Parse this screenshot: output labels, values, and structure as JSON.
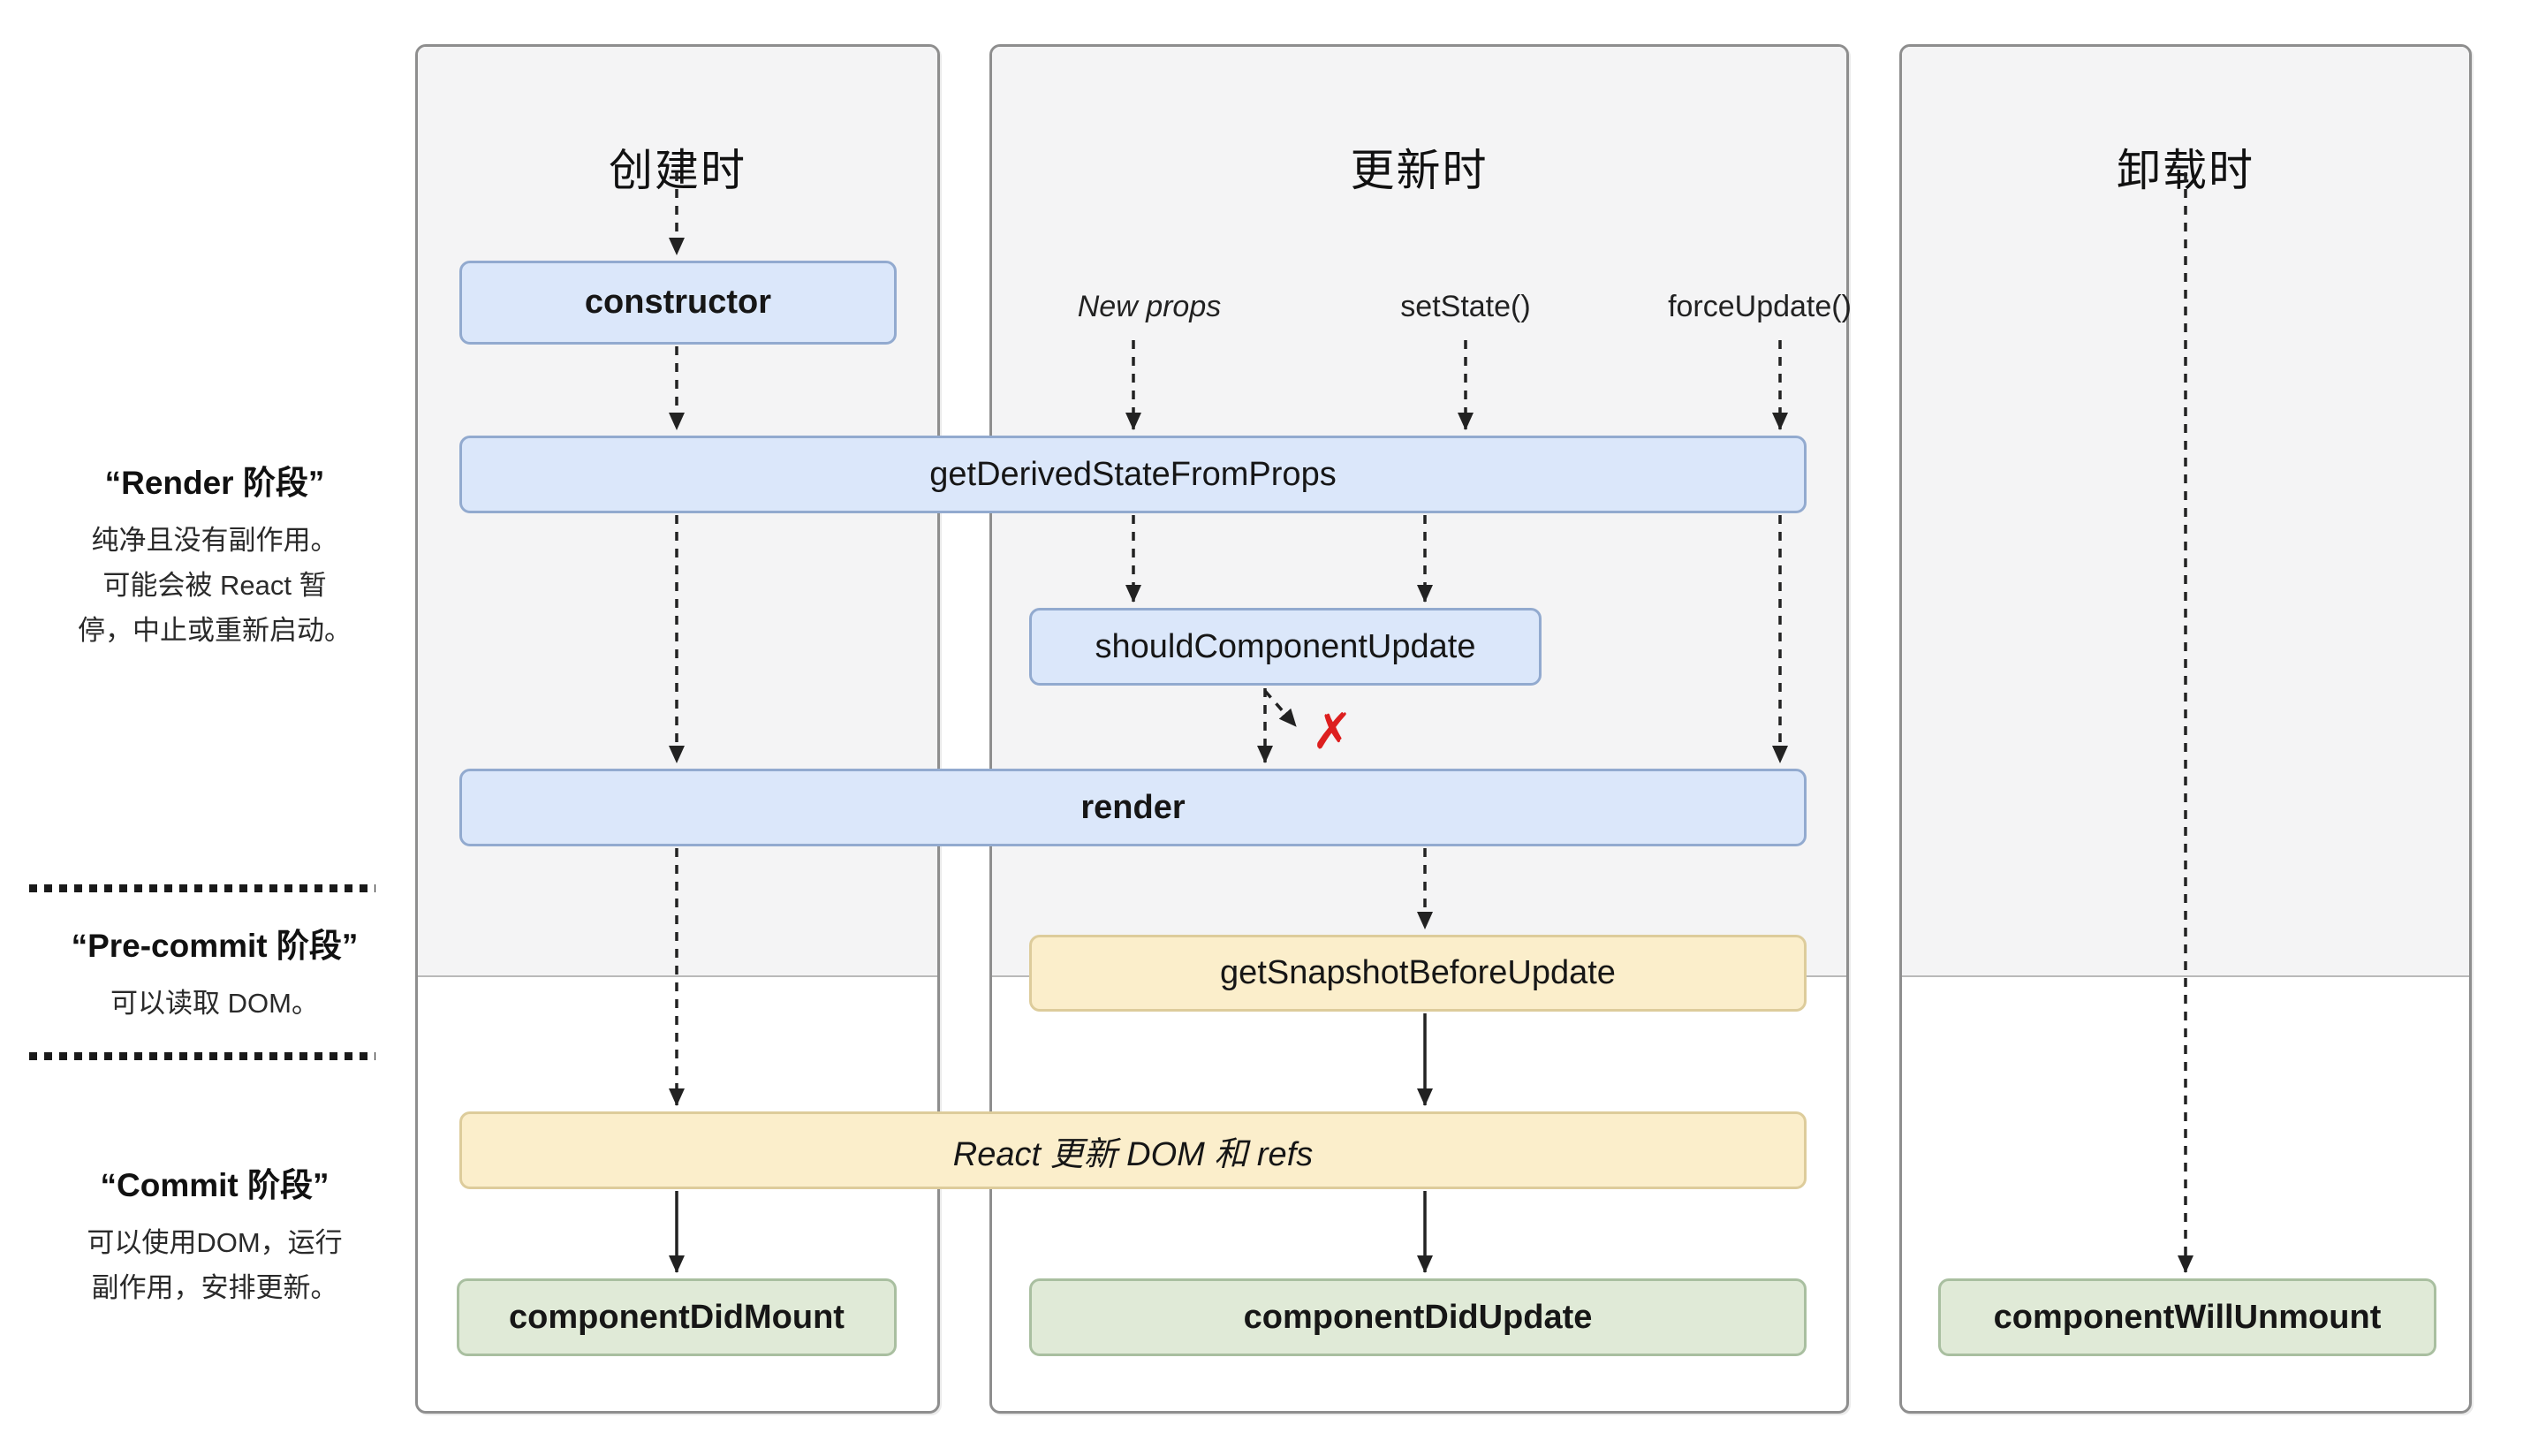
{
  "columns": [
    {
      "title": "创建时"
    },
    {
      "title": "更新时"
    },
    {
      "title": "卸载时"
    }
  ],
  "sidebar": {
    "render_phase": {
      "title": "“Render 阶段”",
      "lines": [
        "纯净且没有副作用。",
        "可能会被 React 暂",
        "停，中止或重新启动。"
      ]
    },
    "pre_commit_phase": {
      "title": "“Pre-commit 阶段”",
      "lines": [
        "可以读取 DOM。"
      ]
    },
    "commit_phase": {
      "title": "“Commit 阶段”",
      "lines": [
        "可以使用DOM，运行",
        "副作用，安排更新。"
      ]
    }
  },
  "triggers": {
    "new_props": "New props",
    "set_state": "setState()",
    "force_update": "forceUpdate()"
  },
  "nodes": {
    "constructor": "constructor",
    "get_derived_state_from_props": "getDerivedStateFromProps",
    "should_component_update": "shouldComponentUpdate",
    "render": "render",
    "get_snapshot_before_update": "getSnapshotBeforeUpdate",
    "react_updates_dom": "React 更新 DOM 和 refs",
    "component_did_mount": "componentDidMount",
    "component_did_update": "componentDidUpdate",
    "component_will_unmount": "componentWillUnmount"
  },
  "icons": {
    "skip_x": "✗"
  },
  "colors": {
    "blue_fill": "#dbe7fa",
    "blue_border": "#92aacf",
    "yellow_fill": "#fbeecb",
    "yellow_border": "#ddcc9b",
    "green_fill": "#e0ead7",
    "green_border": "#a9bfa0",
    "panel_border": "#8e8e8e",
    "phase_background": "#f4f4f5",
    "skip_x_red": "#dd1f1f",
    "arrow": "#222222"
  }
}
